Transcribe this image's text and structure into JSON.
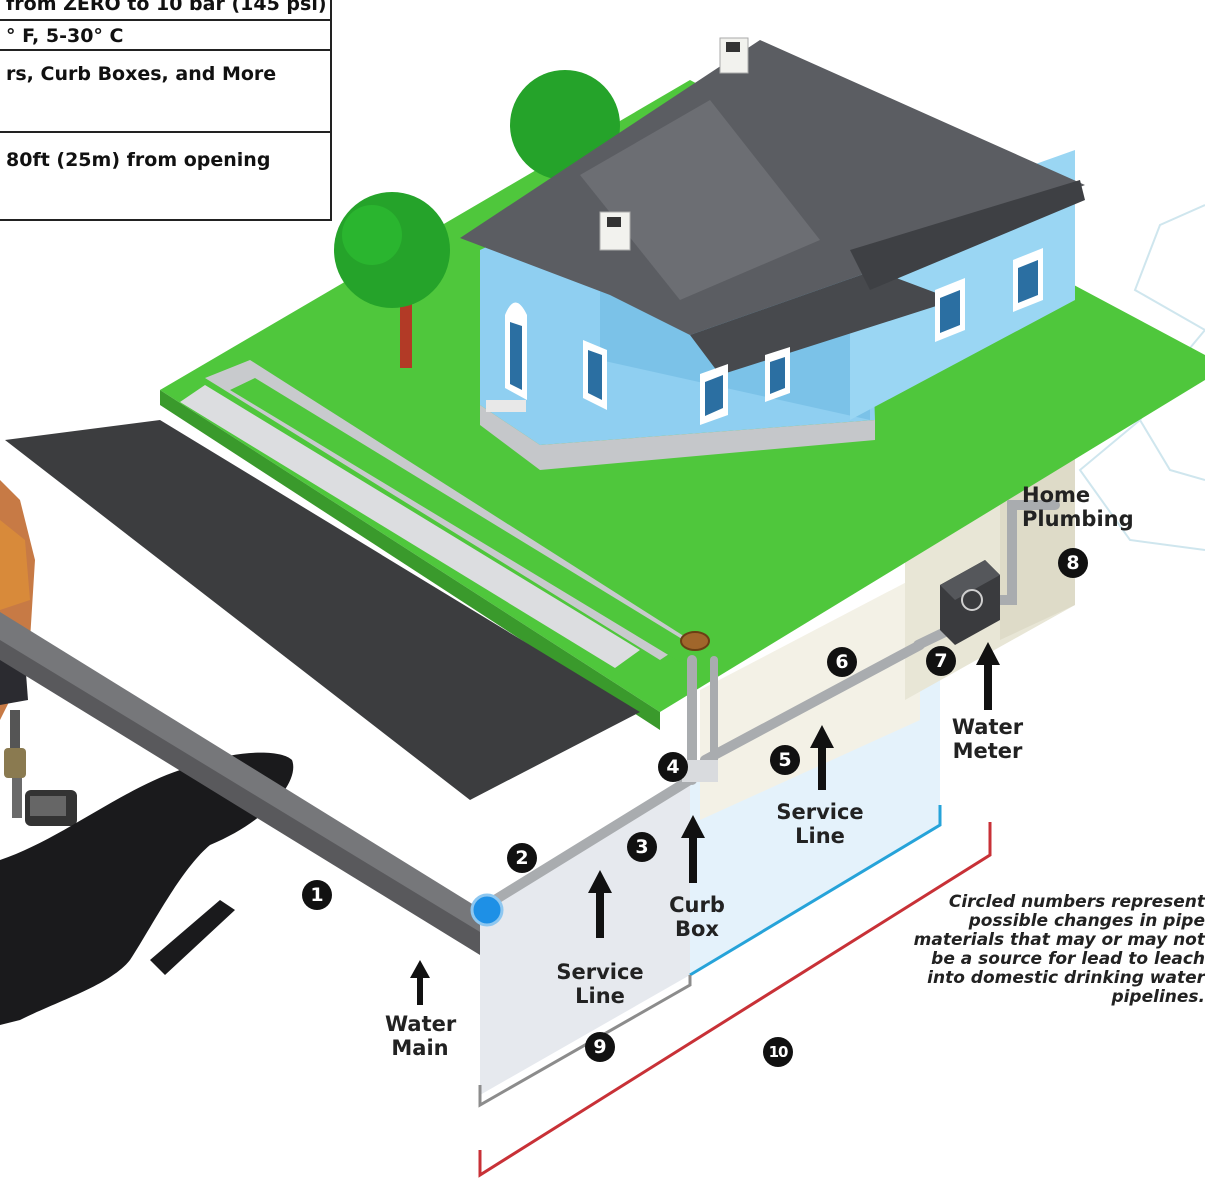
{
  "spec_table": {
    "rows": [
      "from ZERO to 10 bar (145 psi)",
      "° F,  5-30° C",
      "rs, Curb Boxes, and More",
      "80ft (25m) from opening"
    ]
  },
  "labels": {
    "water_main": [
      "Water",
      "Main"
    ],
    "service_line_left": [
      "Service",
      "Line"
    ],
    "curb_box": [
      "Curb",
      "Box"
    ],
    "service_line_right": [
      "Service",
      "Line"
    ],
    "water_meter": [
      "Water",
      "Meter"
    ],
    "home_plumbing": [
      "Home",
      "Plumbing"
    ]
  },
  "markers": [
    "1",
    "2",
    "3",
    "4",
    "5",
    "6",
    "7",
    "8",
    "9",
    "10"
  ],
  "note": "Circled numbers represent possible changes in pipe materials that may or may not be a source for lead to leach into domestic drinking water pipelines.",
  "colors": {
    "grass": "#4fc73c",
    "house_wall": "#8fcff1",
    "roof": "#5b5d62",
    "road": "#3c3d3f",
    "sidewalk": "#c8cacd",
    "pipe": "#9b9ea2",
    "water_main_end": "#1e90e6",
    "bracket_red": "#c83137",
    "bracket_blue": "#26a3d9"
  }
}
